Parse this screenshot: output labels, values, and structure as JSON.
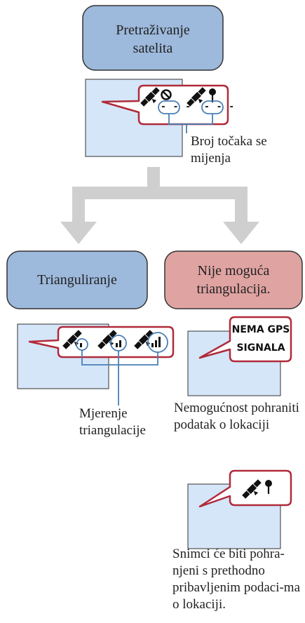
{
  "nodes": {
    "searching": "Pretraživanje satelita",
    "triangulating": "Trianguliranje",
    "not_possible": "Nije moguća triangulacija."
  },
  "callouts": {
    "dash_1": "- - -",
    "dash_2": "- - -",
    "no_gps_line1": "NEMA GPS",
    "no_gps_line2": "SIGNALA"
  },
  "notes": {
    "points_change": "Broj točaka se mijenja",
    "measurement": "Mjerenje triangulacije",
    "cannot_store": "Nemogućnost pohraniti podatak o lokaciji",
    "recorded": "Snimci će biti pohra-njeni s prethodno pribavljenim podaci-ma o lokaciji."
  },
  "colors": {
    "blue_node": "#9db9dc",
    "red_node": "#dfa3a2",
    "screen": "#d4e6f8",
    "callout_border": "#b02a3a",
    "arrow": "#cfcfcf",
    "leader": "#4a7fb5",
    "icon": "#111111"
  },
  "icons": [
    "satellite-icon",
    "no-signal-icon",
    "location-pin-icon",
    "signal-bars-icon"
  ]
}
